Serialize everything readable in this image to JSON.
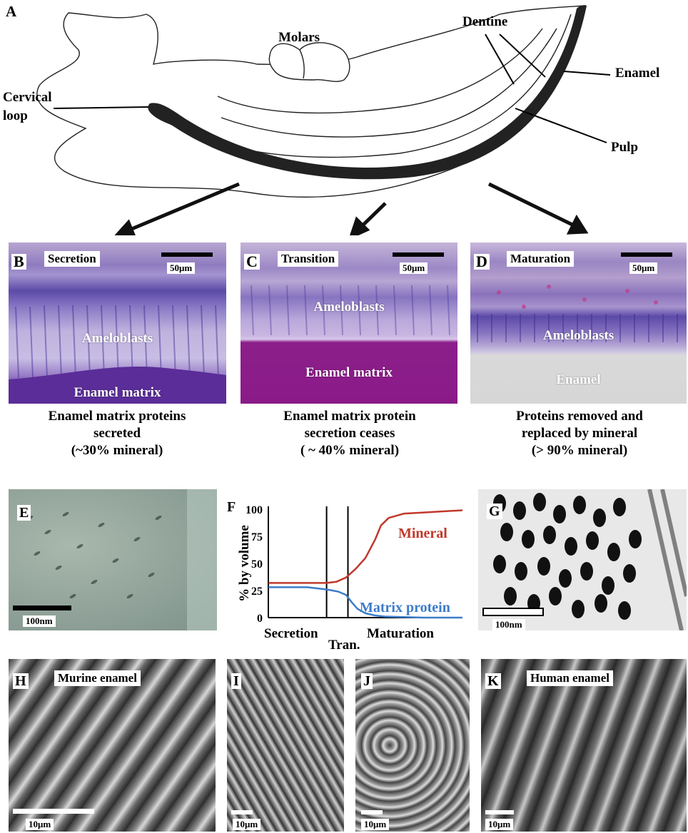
{
  "panel_letters": {
    "A": "A",
    "B": "B",
    "C": "C",
    "D": "D",
    "E": "E",
    "F": "F",
    "G": "G",
    "H": "H",
    "I": "I",
    "J": "J",
    "K": "K"
  },
  "diagram": {
    "molars": "Molars",
    "dentine": "Dentine",
    "enamel": "Enamel",
    "cervical_loop_1": "Cervical",
    "cervical_loop_2": "loop",
    "pulp": "Pulp"
  },
  "histology": {
    "B": {
      "stage": "Secretion",
      "scale": "50μm",
      "cells": "Ameloblasts",
      "matrix": "Enamel  matrix",
      "caption": [
        "Enamel matrix proteins",
        "secreted",
        "(~30% mineral)"
      ]
    },
    "C": {
      "stage": "Transition",
      "scale": "50μm",
      "cells": "Ameloblasts",
      "matrix": "Enamel matrix",
      "caption": [
        "Enamel matrix protein",
        "secretion ceases",
        "( ~ 40% mineral)"
      ]
    },
    "D": {
      "stage": "Maturation",
      "scale": "50μm",
      "cells": "Ameloblasts",
      "matrix": "Enamel",
      "caption": [
        "Proteins removed and",
        "replaced by mineral",
        "(> 90% mineral)"
      ]
    }
  },
  "micro": {
    "E": {
      "scale": "100nm"
    },
    "G": {
      "scale": "100nm"
    },
    "H": {
      "tag": "Murine enamel",
      "scale": "10μm"
    },
    "I": {
      "scale": "10μm"
    },
    "J": {
      "scale": "10μm"
    },
    "K": {
      "tag": "Human enamel",
      "scale": "10μm"
    }
  },
  "colors": {
    "mineral": "#c0392b",
    "matrix_protein": "#3d7cc9",
    "stage_line": "#000000"
  },
  "chart_data": {
    "type": "line",
    "ylabel": "% by volume",
    "yticks": [
      0,
      25,
      50,
      75,
      100
    ],
    "ylim": [
      0,
      100
    ],
    "xlim": [
      0,
      10
    ],
    "stage_labels": [
      "Secretion",
      "Tran.",
      "Maturation"
    ],
    "stage_boundaries": [
      3.0,
      4.1
    ],
    "series": [
      {
        "name": "Mineral",
        "x": [
          0,
          1,
          2,
          3,
          3.5,
          4.0,
          4.5,
          5.0,
          5.5,
          5.8,
          6.2,
          7,
          8,
          9,
          10
        ],
        "y": [
          32,
          32,
          32,
          32,
          33,
          37,
          45,
          55,
          72,
          85,
          92,
          96,
          97,
          98,
          99
        ]
      },
      {
        "name": "Matrix protein",
        "x": [
          0,
          1,
          2,
          3,
          3.6,
          4.0,
          4.3,
          4.6,
          5.0,
          5.5,
          6,
          7,
          8,
          9,
          10
        ],
        "y": [
          28,
          28,
          28,
          26,
          24,
          21,
          14,
          8,
          4,
          2,
          1,
          0.5,
          0,
          0,
          0
        ]
      }
    ]
  }
}
